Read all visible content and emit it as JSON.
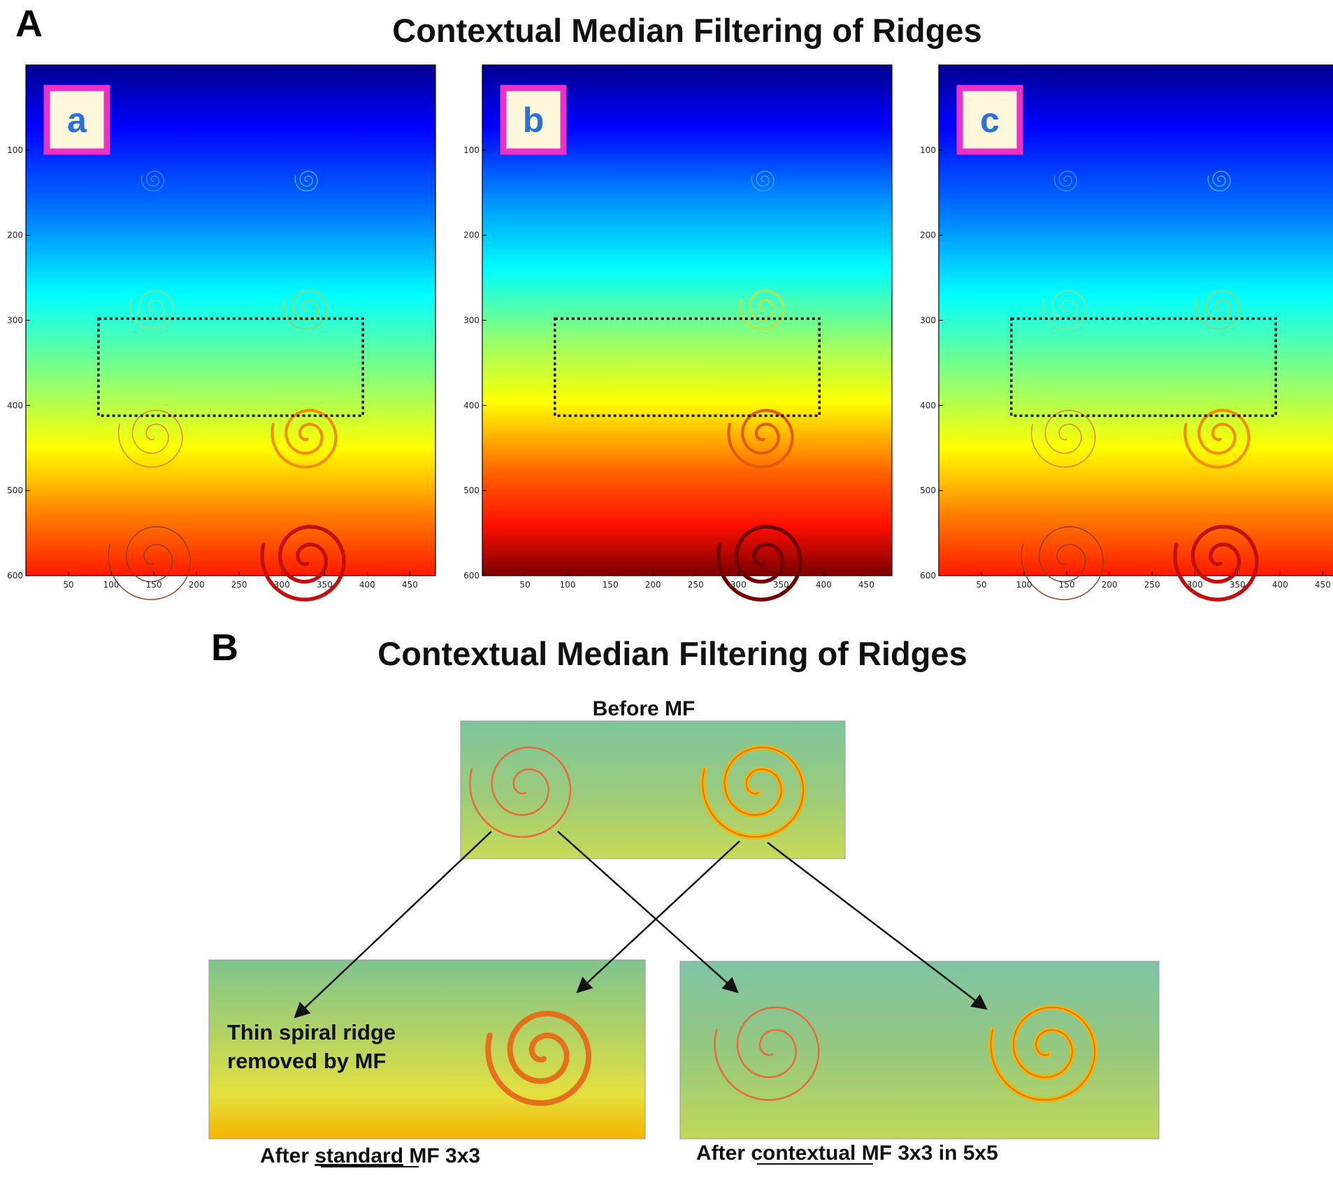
{
  "figure_a": {
    "panel_letter": "A",
    "title": "Contextual Median Filtering of Ridges",
    "x_ticks": [
      "50",
      "100",
      "150",
      "200",
      "250",
      "300",
      "350",
      "400",
      "450"
    ],
    "y_ticks": [
      "100",
      "200",
      "300",
      "400",
      "500",
      "600"
    ],
    "y_range": [
      0,
      600
    ],
    "x_range": [
      0,
      480
    ],
    "colormap": "jet",
    "subpanels": [
      {
        "label": "a",
        "thin_spirals_present": true,
        "colormap_range": "blue-to-red"
      },
      {
        "label": "b",
        "thin_spirals_present": false,
        "colormap_range": "blue-to-dark-red"
      },
      {
        "label": "c",
        "thin_spirals_present": true,
        "colormap_range": "blue-to-red"
      }
    ],
    "spiral_rows_y": [
      135,
      285,
      435,
      580
    ],
    "spiral_columns_x": [
      150,
      330
    ],
    "highlight_box_y": [
      298,
      412
    ],
    "highlight_box_x": [
      85,
      395
    ],
    "label_box_color": "#e832c8",
    "label_box_fill": "#fdf8dc"
  },
  "figure_b": {
    "panel_letter": "B",
    "title": "Contextual Median Filtering of Ridges",
    "top_label": "Before MF",
    "bottom_left_caption": {
      "before": "After ",
      "underlined": "standard",
      "after": " MF 3x3"
    },
    "bottom_right_caption": {
      "before": "After ",
      "underlined": "contextual",
      "after": " MF 3x3 in 5x5"
    },
    "note_line_1": "Thin spiral ridge",
    "note_line_2": "removed by MF",
    "colors": {
      "thin_spiral": "#e86a3c",
      "thick_spiral_outer": "#f4b400",
      "thick_spiral_inner": "#e4701c",
      "bg_top": "#7dc29b",
      "bg_bottom": "#bcd860"
    }
  }
}
